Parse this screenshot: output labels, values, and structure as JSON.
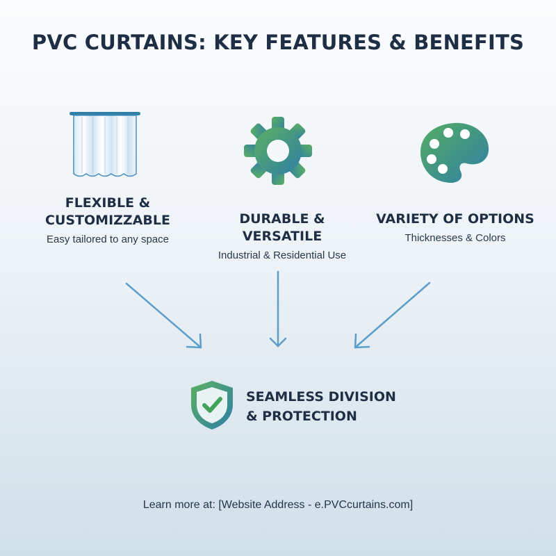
{
  "title": "PVC CURTAINS: KEY FEATURES & BENEFITS",
  "features": [
    {
      "icon": "curtain-icon",
      "heading_line1": "FLEXIBLE &",
      "heading_line2": "CUSTOMIZZABLE",
      "subtitle": "Easy tailored to any space"
    },
    {
      "icon": "gear-icon",
      "heading_line1": "DURABLE & VERSATILE",
      "subtitle": "Industrial & Residential Use"
    },
    {
      "icon": "palette-icon",
      "heading_line1": "VARIETY OF OPTIONS",
      "subtitle": "Thicknesses & Colors"
    }
  ],
  "result": {
    "icon": "shield-check-icon",
    "line1": "SEAMLESS DIVISION",
    "line2": "& PROTECTION"
  },
  "footer": "Learn more at: [Website Address - e.PVCcurtains.com]",
  "colors": {
    "title": "#1d2e45",
    "arrow": "#5b9ec8",
    "icon_green": "#4aa35e",
    "icon_blue": "#2f7fa6"
  }
}
